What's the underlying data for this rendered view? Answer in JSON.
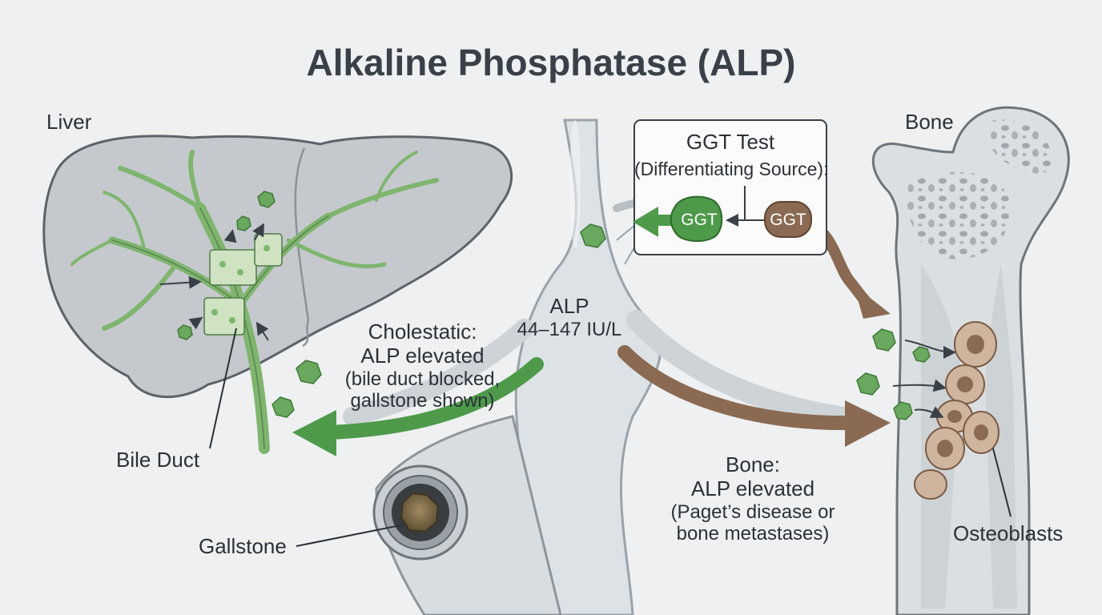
{
  "title": "Alkaline Phosphatase (ALP)",
  "liver": {
    "label": "Liver",
    "bile_duct_label": "Bile Duct"
  },
  "bone": {
    "label": "Bone",
    "osteoblasts_label": "Osteoblasts"
  },
  "gallstone_label": "Gallstone",
  "alp": {
    "name": "ALP",
    "range": "44–147 IU/L"
  },
  "ggt_test": {
    "title": "GGT Test",
    "subtitle": "(Differentiating Source):",
    "liver_marker": "GGT",
    "bone_marker": "GGT"
  },
  "cholestatic": {
    "heading": "Cholestatic:",
    "line1": "ALP elevated",
    "line2": "(bile duct blocked,",
    "line3": "gallstone shown)"
  },
  "bone_callout": {
    "heading": "Bone:",
    "line1": "ALP elevated",
    "line2": "(Paget’s disease or",
    "line3": "bone metastases)"
  },
  "colors": {
    "background": "#eef0f1",
    "liver": "#c5c9cd",
    "bile_green": "#4e9a4a",
    "enzyme_green": "#6aa85f",
    "bone_brown": "#8a6a52",
    "vessel": "#dde2e6"
  }
}
